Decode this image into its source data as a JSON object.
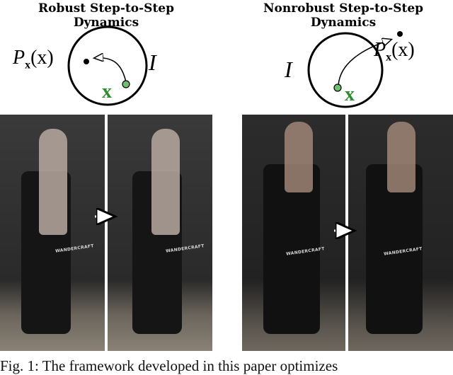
{
  "left_panel": {
    "title_line1": "Robust Step-to-Step",
    "title_line2": "Dynamics",
    "map_label": "P",
    "map_subscript": "x",
    "map_arg": "(x)",
    "set_label": "I",
    "state_label": "x",
    "photo_brand": "WANDERCRAFT"
  },
  "right_panel": {
    "title_line1": "Nonrobust Step-to-Step",
    "title_line2": "Dynamics",
    "map_label": "P",
    "map_subscript": "x",
    "map_arg": "(x)",
    "set_label": "I",
    "state_label": "x",
    "photo_brand": "WANDERCRAFT"
  },
  "caption": "Fig. 1: The framework developed in this paper optimizes",
  "colors": {
    "state_point": "#6fbf6f",
    "state_letter": "#2e8b2e",
    "arrow": "#ffffff"
  }
}
